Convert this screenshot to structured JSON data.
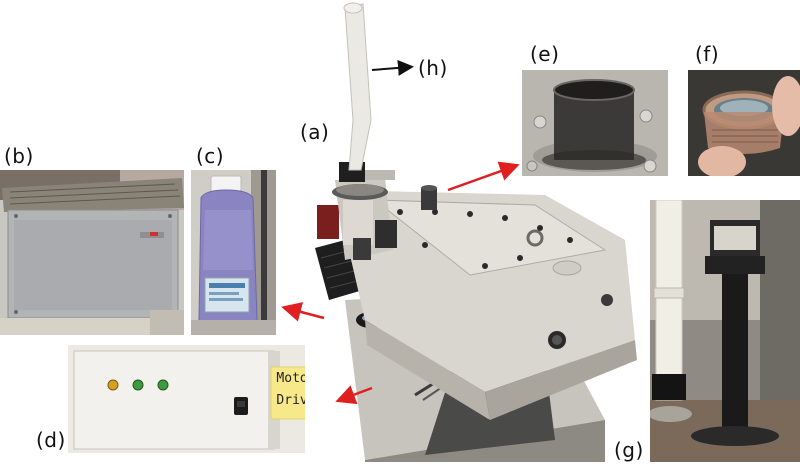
{
  "panels": {
    "a": "(a)",
    "b": "(b)",
    "c": "(c)",
    "d": "(d)",
    "e": "(e)",
    "f": "(f)",
    "g": "(g)",
    "h": "(h)"
  },
  "sticky_note": {
    "line1": "Motor",
    "line2": "Drive"
  },
  "colors": {
    "arrow": "#e02020",
    "label": "#111111",
    "instrument_body": "#d9d6cf",
    "sticky_note": "#f7e98a"
  }
}
